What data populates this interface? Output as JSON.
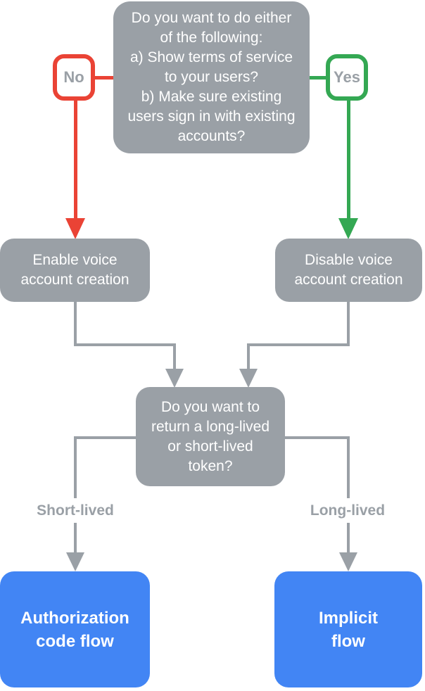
{
  "colors": {
    "node_gray": "#9AA0A6",
    "branch_red": "#EA4335",
    "branch_green": "#34A853",
    "result_blue": "#4285F4",
    "label_text_gray": "#9AA0A6",
    "node_text": "#FFFFFF",
    "background": "#FFFFFF"
  },
  "flowchart": {
    "top_question": "Do you want to do either\nof the following:\na) Show terms of service\nto your users?\nb) Make sure existing\nusers sign in with existing\naccounts?",
    "no_label": "No",
    "yes_label": "Yes",
    "enable_box": "Enable voice\naccount creation",
    "disable_box": "Disable voice\naccount creation",
    "token_question": "Do you want to\nreturn a long-lived\nor short-lived\ntoken?",
    "short_lived_label": "Short-lived",
    "long_lived_label": "Long-lived",
    "auth_code_box": "Authorization\ncode flow",
    "implicit_box": "Implicit\nflow"
  }
}
